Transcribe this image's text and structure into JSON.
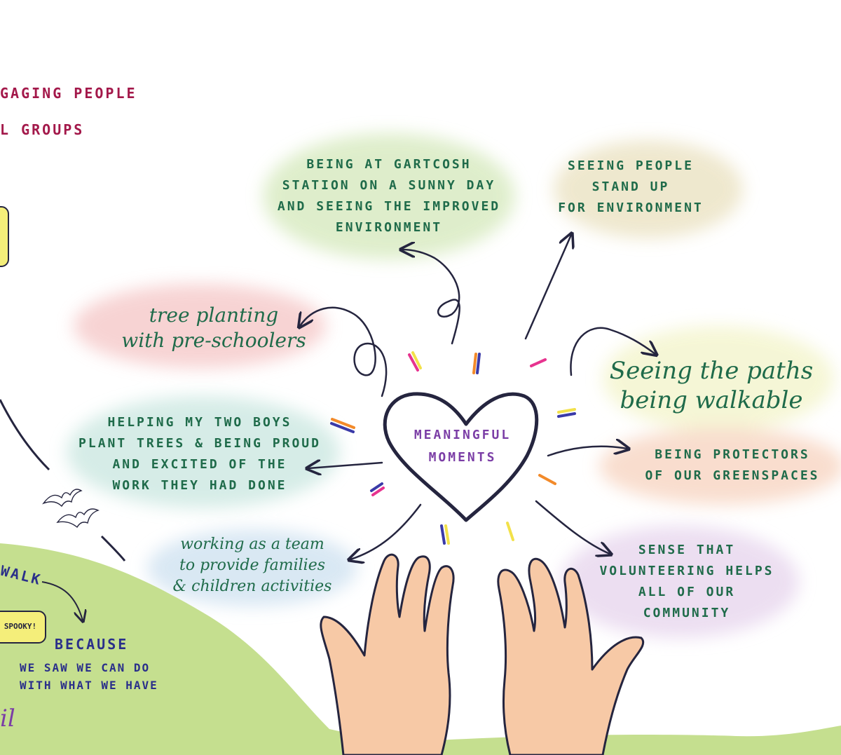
{
  "colors": {
    "text_green": "#1f6b4a",
    "text_maroon": "#a3184a",
    "text_navy": "#2a2f8a",
    "text_purple": "#7b3ea6",
    "hill": "#c5df8f",
    "skin": "#f7c9a6",
    "outline": "#25253f"
  },
  "left_edge": {
    "line1": "GAGING PEOPLE",
    "line2": "L GROUPS",
    "walk": "WALK",
    "bubble": "SPOOKY!",
    "because": "BECAUSE",
    "saw_line1": "WE SAW WE CAN DO",
    "saw_line2": "WITH WHAT WE HAVE",
    "fragment": "il"
  },
  "center": {
    "line1": "MEANINGFUL",
    "line2": "MOMENTS"
  },
  "moments": [
    {
      "lines": [
        "BEING AT GARTCOSH",
        "STATION ON A SUNNY DAY",
        "AND SEEING THE IMPROVED",
        "ENVIRONMENT"
      ]
    },
    {
      "lines": [
        "SEEING PEOPLE",
        "STAND UP",
        "FOR ENVIRONMENT"
      ]
    },
    {
      "lines": [
        "tree planting",
        "with pre-schoolers"
      ]
    },
    {
      "lines": [
        "Seeing the paths",
        "being walkable"
      ]
    },
    {
      "lines": [
        "HELPING MY TWO BOYS",
        "PLANT TREES & BEING PROUD",
        "AND EXCITED OF THE",
        "WORK THEY HAD DONE"
      ]
    },
    {
      "lines": [
        "BEING PROTECTORS",
        "OF OUR GREENSPACES"
      ]
    },
    {
      "lines": [
        "working as a team",
        "to provide families",
        "& children activities"
      ]
    },
    {
      "lines": [
        "SENSE THAT",
        "VOLUNTEERING HELPS",
        "ALL OF OUR",
        "COMMUNITY"
      ]
    }
  ]
}
